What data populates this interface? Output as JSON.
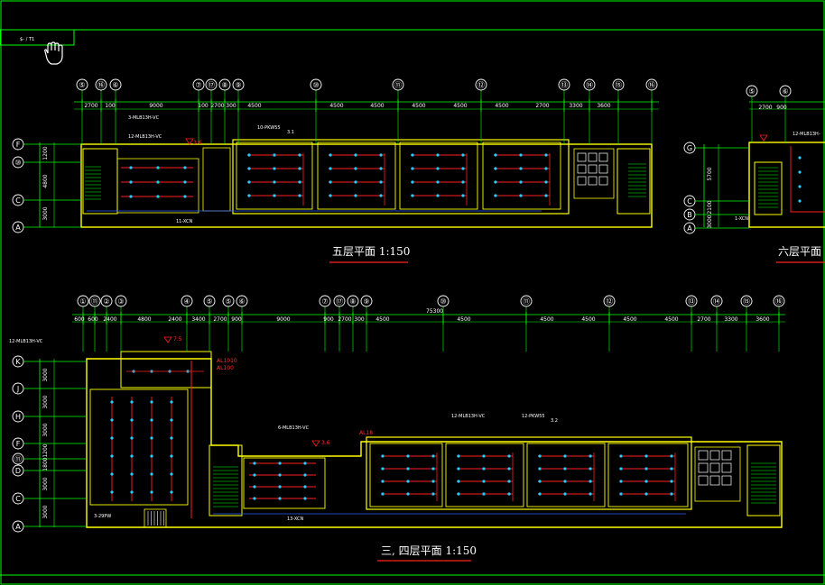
{
  "title_block": {
    "label": "$- / T1"
  },
  "colors": {
    "background": "#000000",
    "grid": "#00ff00",
    "wall": "#ffff00",
    "wiring_red": "#ff2020",
    "wiring_blue": "#3060ff",
    "fixture_cyan": "#20d0ff",
    "text": "#ffffff"
  },
  "plans": {
    "fifth": {
      "title": "五层平面 1:150",
      "axes_top": [
        "⑤",
        "⑯",
        "⑥",
        "⑦",
        "⑰",
        "⑧",
        "⑨",
        "⑩",
        "⑪",
        "⑫",
        "⑬",
        "⑭",
        "⑮",
        "⑯"
      ],
      "dims_top": [
        "2700",
        "100",
        "9000",
        "100",
        "2700",
        "300",
        "4500",
        "4500",
        "4500",
        "4500",
        "4500",
        "4500",
        "2700",
        "3300",
        "3600"
      ],
      "axes_left": [
        "F",
        "⑩",
        "C",
        "A"
      ],
      "dims_left": [
        "1200",
        "4800",
        "3000"
      ],
      "labels": [
        "3-MLB13H-VC",
        "12-MLB13H-VC",
        "10-PKW55",
        "11-XCN",
        "3.6",
        "3.1"
      ]
    },
    "sixth": {
      "title": "六层平面",
      "axes_top": [
        "⑤",
        "⑥"
      ],
      "dims_top": [
        "2700",
        "900"
      ],
      "axes_left": [
        "G",
        "C",
        "B",
        "A"
      ],
      "dims_left": [
        "5700",
        "2100",
        "3000"
      ],
      "labels": [
        "12-MLB13H-",
        "1-XCN"
      ]
    },
    "third_fourth": {
      "title": "三, 四层平面 1:150",
      "axes_top": [
        "①",
        "⑪",
        "②",
        "③",
        "④",
        "⑤",
        "⑤",
        "⑥",
        "⑦",
        "⑰",
        "⑧",
        "⑨",
        "⑩",
        "⑪",
        "⑫",
        "⑬",
        "⑭",
        "⑮",
        "⑯"
      ],
      "dims_top": [
        "600",
        "600",
        "2400",
        "4800",
        "2400",
        "3400",
        "2700",
        "900",
        "9000",
        "900",
        "2700",
        "300",
        "4500",
        "4500",
        "4500",
        "4500",
        "4500",
        "4500",
        "2700",
        "3300",
        "3600"
      ],
      "overall_dim": "75300",
      "axes_left": [
        "K",
        "J",
        "H",
        "F",
        "⑪",
        "D",
        "C",
        "A"
      ],
      "dims_left": [
        "3000",
        "3000",
        "3000",
        "1200",
        "1800",
        "3000",
        "3000"
      ],
      "labels": [
        "12-MLB13H-VC",
        "6-MLB13H-VC",
        "12-MLB13H-VC",
        "12-PKW55",
        "13-XCN",
        "3-29PW",
        "AL1010",
        "AL100",
        "AL18",
        "7.5",
        "3.6",
        "3.2"
      ]
    }
  }
}
